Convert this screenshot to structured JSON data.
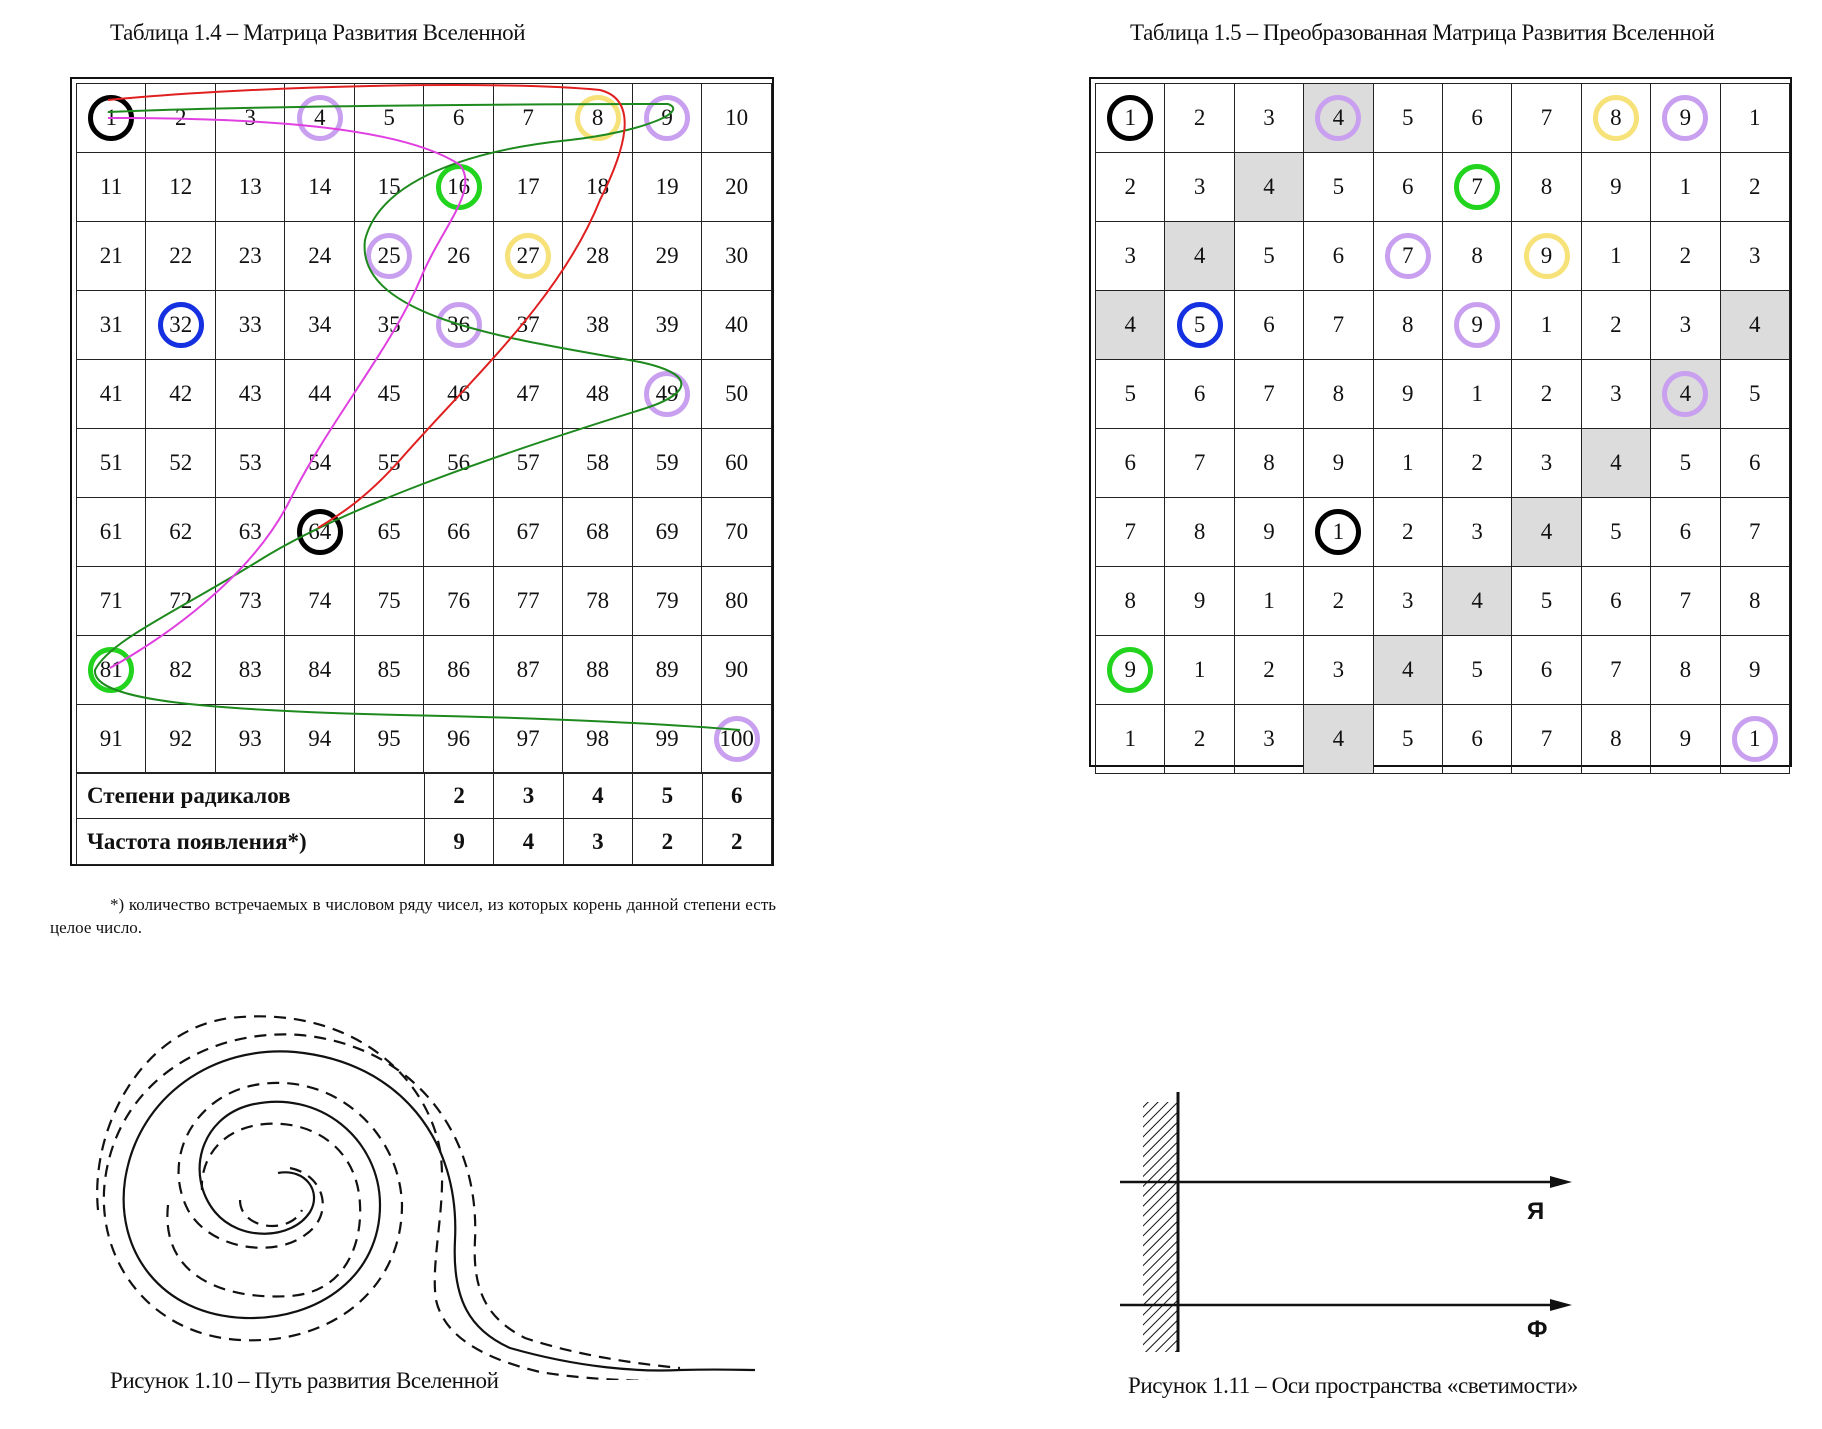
{
  "table14": {
    "caption": "Таблица 1.4 – Матрица Развития Вселенной",
    "cells": [
      [
        "1",
        "2",
        "3",
        "4",
        "5",
        "6",
        "7",
        "8",
        "9",
        "10"
      ],
      [
        "11",
        "12",
        "13",
        "14",
        "15",
        "16",
        "17",
        "18",
        "19",
        "20"
      ],
      [
        "21",
        "22",
        "23",
        "24",
        "25",
        "26",
        "27",
        "28",
        "29",
        "30"
      ],
      [
        "31",
        "32",
        "33",
        "34",
        "35",
        "36",
        "37",
        "38",
        "39",
        "40"
      ],
      [
        "41",
        "42",
        "43",
        "44",
        "45",
        "46",
        "47",
        "48",
        "49",
        "50"
      ],
      [
        "51",
        "52",
        "53",
        "54",
        "55",
        "56",
        "57",
        "58",
        "59",
        "60"
      ],
      [
        "61",
        "62",
        "63",
        "64",
        "65",
        "66",
        "67",
        "68",
        "69",
        "70"
      ],
      [
        "71",
        "72",
        "73",
        "74",
        "75",
        "76",
        "77",
        "78",
        "79",
        "80"
      ],
      [
        "81",
        "82",
        "83",
        "84",
        "85",
        "86",
        "87",
        "88",
        "89",
        "90"
      ],
      [
        "91",
        "92",
        "93",
        "94",
        "95",
        "96",
        "97",
        "98",
        "99",
        "100"
      ]
    ],
    "rings": {
      "1": "black",
      "4": "purple",
      "8": "yellow",
      "9": "purple",
      "16": "green",
      "25": "purple",
      "27": "yellow",
      "32": "blue",
      "36": "purple",
      "49": "purple",
      "64": "black",
      "81": "green",
      "100": "purple"
    },
    "stats": {
      "row1_label": "Степени радикалов",
      "row1_values": [
        "2",
        "3",
        "4",
        "5",
        "6"
      ],
      "row2_label": "Частота появления*)",
      "row2_values": [
        "9",
        "4",
        "3",
        "2",
        "2"
      ]
    },
    "footnote": "*) количество встречаемых в числовом ряду чисел, из которых корень данной степени есть целое число.",
    "curve_colors": {
      "green": "#1e8a1e",
      "red": "#e02020",
      "magenta": "#e040e0"
    }
  },
  "table15": {
    "caption": "Таблица 1.5 – Преобразованная Матрица Развития Вселенной",
    "cells": [
      [
        "1",
        "2",
        "3",
        "4",
        "5",
        "6",
        "7",
        "8",
        "9",
        "1"
      ],
      [
        "2",
        "3",
        "4",
        "5",
        "6",
        "7",
        "8",
        "9",
        "1",
        "2"
      ],
      [
        "3",
        "4",
        "5",
        "6",
        "7",
        "8",
        "9",
        "1",
        "2",
        "3"
      ],
      [
        "4",
        "5",
        "6",
        "7",
        "8",
        "9",
        "1",
        "2",
        "3",
        "4"
      ],
      [
        "5",
        "6",
        "7",
        "8",
        "9",
        "1",
        "2",
        "3",
        "4",
        "5"
      ],
      [
        "6",
        "7",
        "8",
        "9",
        "1",
        "2",
        "3",
        "4",
        "5",
        "6"
      ],
      [
        "7",
        "8",
        "9",
        "1",
        "2",
        "3",
        "4",
        "5",
        "6",
        "7"
      ],
      [
        "8",
        "9",
        "1",
        "2",
        "3",
        "4",
        "5",
        "6",
        "7",
        "8"
      ],
      [
        "9",
        "1",
        "2",
        "3",
        "4",
        "5",
        "6",
        "7",
        "8",
        "9"
      ],
      [
        "1",
        "2",
        "3",
        "4",
        "5",
        "6",
        "7",
        "8",
        "9",
        "1"
      ]
    ],
    "shaded": [
      "0-3",
      "1-2",
      "2-1",
      "3-0",
      "3-9",
      "4-8",
      "5-7",
      "6-6",
      "7-5",
      "8-4",
      "9-3"
    ],
    "rings": {
      "0-0": "black",
      "0-3": "purple",
      "0-7": "yellow",
      "0-8": "purple",
      "1-5": "green",
      "2-4": "purple",
      "2-6": "yellow",
      "3-1": "blue",
      "3-5": "purple",
      "4-8": "purple",
      "6-3": "black",
      "8-0": "green",
      "9-9": "purple"
    }
  },
  "figure110": {
    "caption": "Рисунок 1.10 – Путь развития Вселенной"
  },
  "figure111": {
    "caption": "Рисунок 1.11 – Оси пространства «светимости»",
    "axis_top_label": "Я",
    "axis_bottom_label": "Ф"
  }
}
